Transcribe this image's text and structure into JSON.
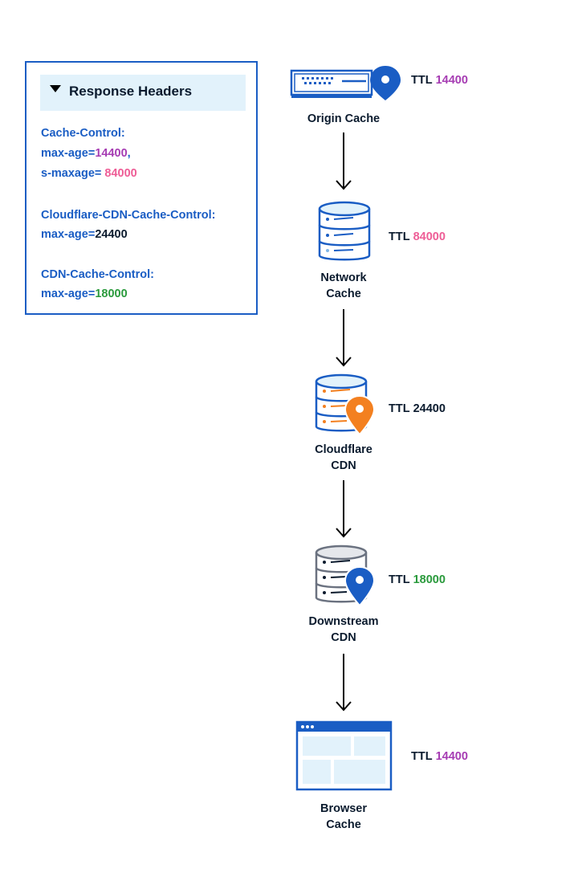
{
  "headers_panel": {
    "title": "Response Headers",
    "lines": [
      {
        "label": "Cache-Control:",
        "value": "",
        "suffix": "",
        "color": "#1a5dc4"
      },
      {
        "label": "max-age=",
        "value": "14400",
        "suffix": ",",
        "color": "#a63cb3"
      },
      {
        "label": "s-maxage= ",
        "value": "84000",
        "suffix": "",
        "color": "#ee5d96"
      },
      {
        "label": "Cloudflare-CDN-Cache-Control:",
        "value": "",
        "suffix": "",
        "color": "#1a5dc4"
      },
      {
        "label": "max-age=",
        "value": "24400",
        "suffix": "",
        "color": "#0b1b2e"
      },
      {
        "label": "CDN-Cache-Control:",
        "value": "",
        "suffix": "",
        "color": "#1a5dc4"
      },
      {
        "label": "max-age=",
        "value": "18000",
        "suffix": "",
        "color": "#2a9a3c"
      }
    ]
  },
  "nodes": [
    {
      "id": "origin-cache",
      "label_line1": "Origin Cache",
      "label_line2": "",
      "ttl_label": "TTL",
      "ttl_value": "14400",
      "ttl_color": "#a63cb3",
      "icon": "server-rack-pin-icon"
    },
    {
      "id": "network-cache",
      "label_line1": "Network",
      "label_line2": "Cache",
      "ttl_label": "TTL",
      "ttl_value": "84000",
      "ttl_color": "#ee5d96",
      "icon": "database-icon"
    },
    {
      "id": "cloudflare-cdn",
      "label_line1": "Cloudflare",
      "label_line2": "CDN",
      "ttl_label": "TTL",
      "ttl_value": "24400",
      "ttl_color": "#0b1b2e",
      "icon": "database-orange-pin-icon"
    },
    {
      "id": "downstream-cdn",
      "label_line1": "Downstream",
      "label_line2": "CDN",
      "ttl_label": "TTL",
      "ttl_value": "18000",
      "ttl_color": "#2a9a3c",
      "icon": "database-gray-pin-icon"
    },
    {
      "id": "browser-cache",
      "label_line1": "Browser",
      "label_line2": "Cache",
      "ttl_label": "TTL",
      "ttl_value": "14400",
      "ttl_color": "#a63cb3",
      "icon": "browser-window-icon"
    }
  ],
  "colors": {
    "blue": "#1a5dc4",
    "navy": "#0b1b2e",
    "orange": "#f38020",
    "light_blue_fill": "#e2f2fb",
    "gray": "#6b7280"
  }
}
